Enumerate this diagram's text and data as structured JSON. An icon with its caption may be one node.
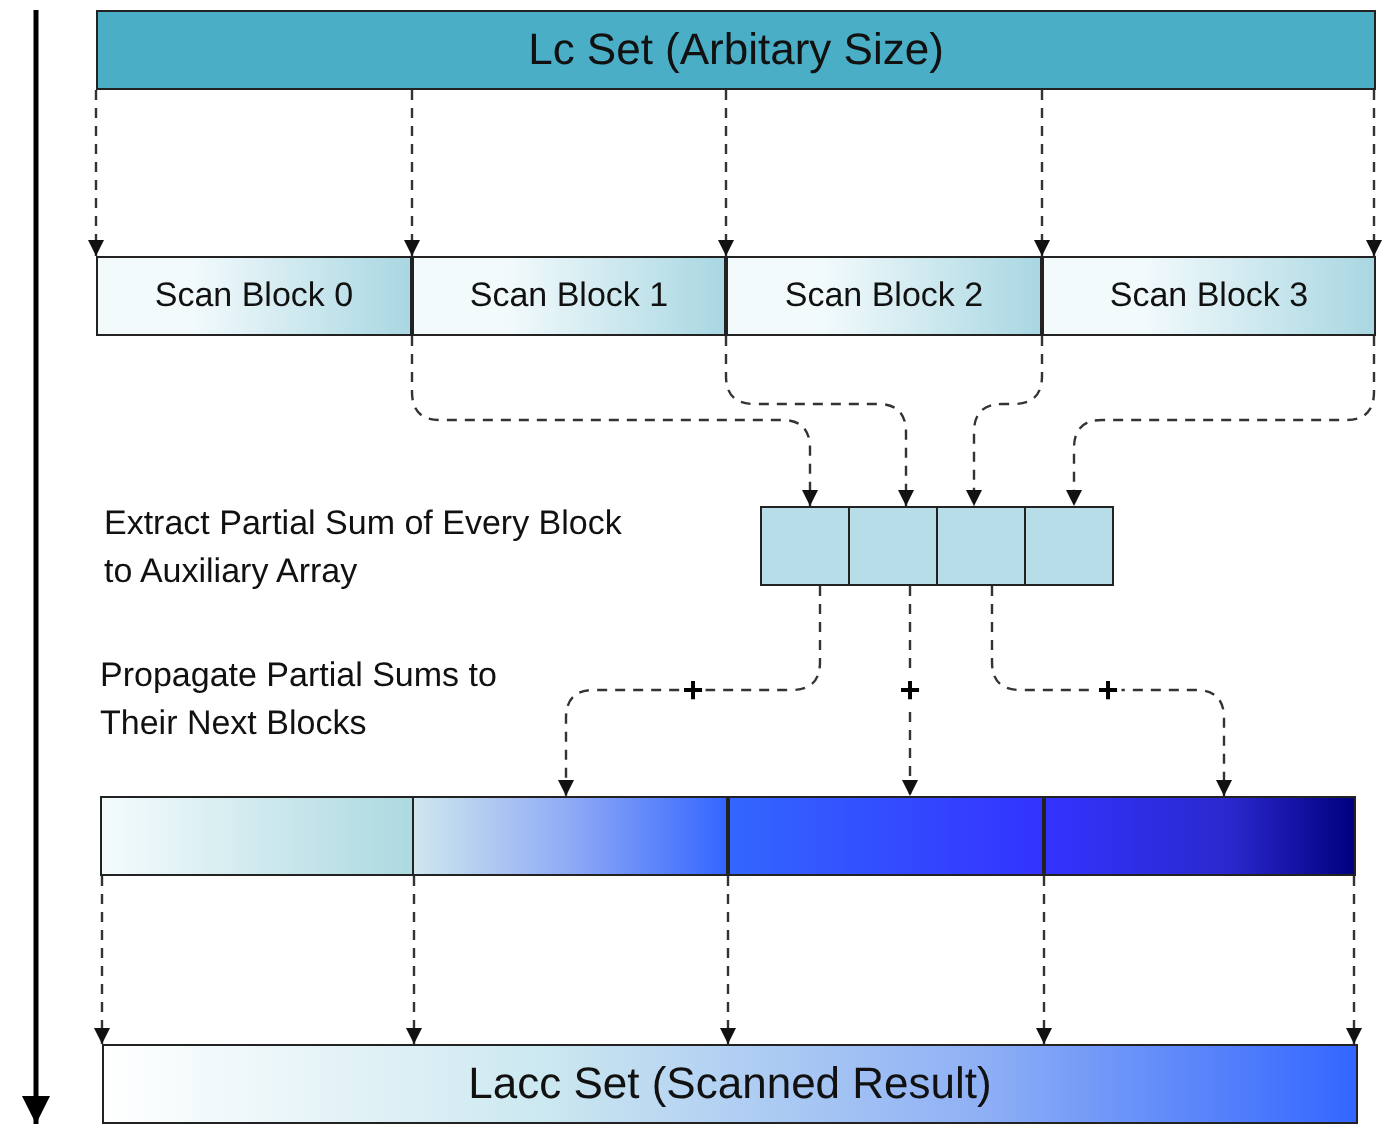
{
  "diagram": {
    "nodes": [
      {
        "text": [
          "Lc Set (Arbitary Size)"
        ]
      },
      {
        "text": [
          "Scan Block 0"
        ]
      },
      {
        "text": [
          "Scan Block 1"
        ]
      },
      {
        "text": [
          "Scan Block 2"
        ]
      },
      {
        "text": [
          "Scan Block 3"
        ]
      },
      {
        "text": [],
        "shape": "box"
      },
      {
        "text": [],
        "shape": "box"
      },
      {
        "text": [],
        "shape": "box"
      },
      {
        "text": [],
        "shape": "box"
      },
      {
        "text": [],
        "shape": "box"
      },
      {
        "text": [],
        "shape": "box"
      },
      {
        "text": [],
        "shape": "box"
      },
      {
        "text": [],
        "shape": "box"
      },
      {
        "text": [
          "Lacc Set (Scanned Result)"
        ]
      }
    ],
    "edges": [
      {
        "from": 0,
        "to": 1,
        "arrow": "to",
        "style": "dashed"
      },
      {
        "from": 0,
        "to": 2,
        "arrow": "to",
        "style": "dashed"
      },
      {
        "from": 0,
        "to": 3,
        "arrow": "to",
        "style": "dashed"
      },
      {
        "from": 0,
        "to": 4,
        "arrow": "to",
        "style": "dashed"
      },
      {
        "from": 0,
        "to": 4,
        "arrow": "to",
        "style": "dashed"
      },
      {
        "from": 1,
        "to": 5,
        "arrow": "to",
        "style": "dashed"
      },
      {
        "from": 2,
        "to": 6,
        "arrow": "to",
        "style": "dashed"
      },
      {
        "from": 3,
        "to": 7,
        "arrow": "to",
        "style": "dashed"
      },
      {
        "from": 4,
        "to": 8,
        "arrow": "to",
        "style": "dashed"
      },
      {
        "from": 5,
        "to": 10,
        "arrow": "to",
        "style": "dashed",
        "label": "+"
      },
      {
        "from": 6,
        "to": 11,
        "arrow": "to",
        "style": "dashed",
        "label": "+"
      },
      {
        "from": 7,
        "to": 12,
        "arrow": "to",
        "style": "dashed",
        "label": "+"
      },
      {
        "from": 9,
        "to": 13,
        "arrow": "to",
        "style": "dashed"
      },
      {
        "from": 10,
        "to": 13,
        "arrow": "to",
        "style": "dashed"
      },
      {
        "from": 11,
        "to": 13,
        "arrow": "to",
        "style": "dashed"
      },
      {
        "from": 12,
        "to": 13,
        "arrow": "to",
        "style": "dashed"
      },
      {
        "from": 12,
        "to": 13,
        "arrow": "to",
        "style": "dashed"
      }
    ],
    "labels": [
      "Extract Partial Sum of Every Block to Auxiliary Array",
      "Propagate Partial Sums to Their Next Blocks"
    ]
  }
}
